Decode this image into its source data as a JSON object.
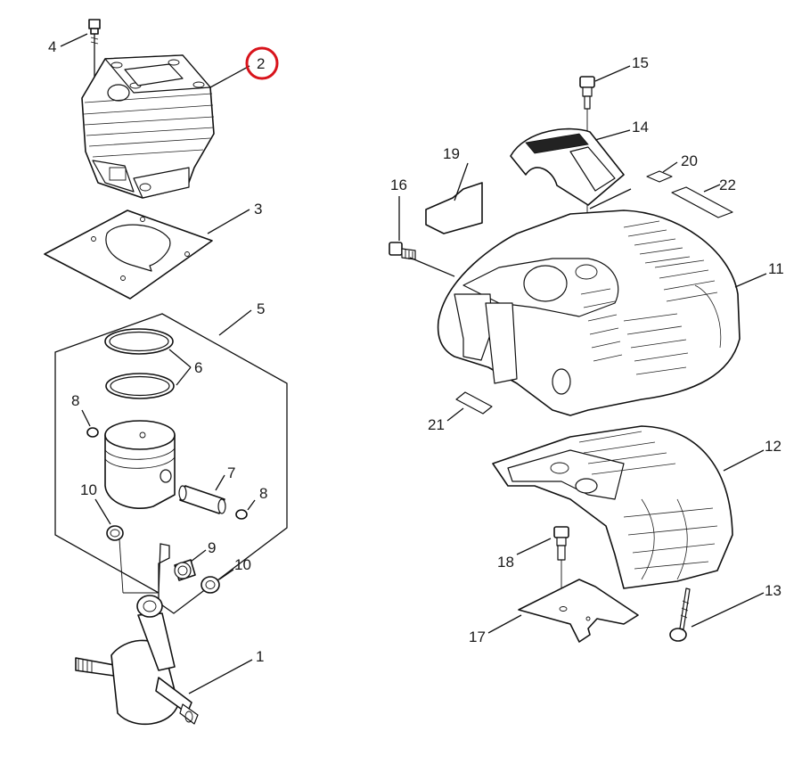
{
  "diagram": {
    "highlight_color": "#d8131b",
    "highlighted_part": "2",
    "labels": {
      "p1": "1",
      "p2": "2",
      "p3": "3",
      "p4": "4",
      "p5": "5",
      "p6": "6",
      "p7": "7",
      "p8a": "8",
      "p8b": "8",
      "p9": "9",
      "p10a": "10",
      "p10b": "10",
      "p11": "11",
      "p12": "12",
      "p13": "13",
      "p14": "14",
      "p15": "15",
      "p16": "16",
      "p17": "17",
      "p18": "18",
      "p19": "19",
      "p20": "20",
      "p21": "21",
      "p22": "22"
    }
  }
}
